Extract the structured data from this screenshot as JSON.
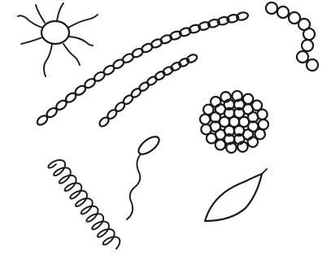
{
  "ink_color": "#1a1a1a",
  "background_color": "#ffffff",
  "figures": [
    {
      "name": "spiked-cell-with-flagella"
    },
    {
      "name": "chain-of-oval-cells-long"
    },
    {
      "name": "chain-of-oval-cells-short"
    },
    {
      "name": "chain-of-round-cells"
    },
    {
      "name": "cluster-of-round-cells"
    },
    {
      "name": "spiral-coiled-cell"
    },
    {
      "name": "single-oval-cell-with-tail"
    },
    {
      "name": "spindle-shaped-cell"
    }
  ]
}
